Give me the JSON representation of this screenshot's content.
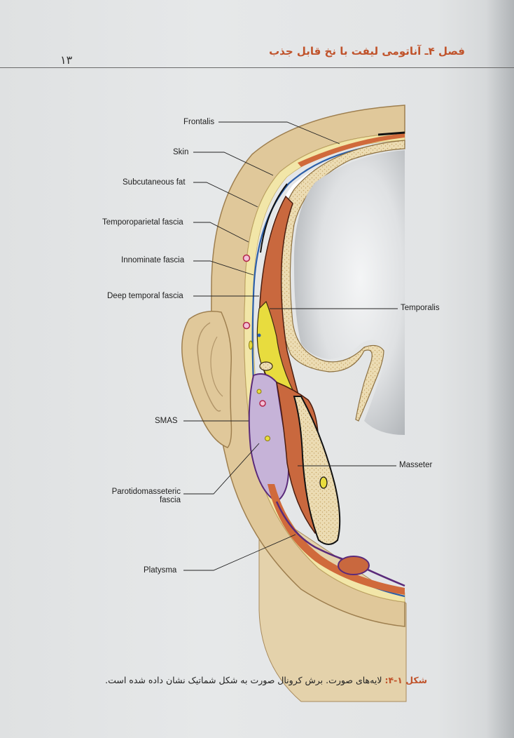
{
  "header": {
    "page_number": "۱۳",
    "chapter_title": "فصل ۴ـ آناتومی لیفت با نخ قابل جذب"
  },
  "labels": {
    "frontalis": "Frontalis",
    "skin": "Skin",
    "subcutaneous_fat": "Subcutaneous fat",
    "temporoparietal_fascia": "Temporoparietal fascia",
    "innominate_fascia": "Innominate fascia",
    "deep_temporal_fascia": "Deep temporal fascia",
    "temporalis": "Temporalis",
    "smas": "SMAS",
    "masseter": "Masseter",
    "parotidomasseteric_line1": "Parotidomasseteric",
    "parotidomasseteric_line2": "fascia",
    "platysma": "Platysma"
  },
  "caption": {
    "figure_id": "شکل ۱-۴:",
    "text": "لایه‌های صورت. برش کرونال صورت به شکل شماتیک نشان داده شده است."
  },
  "colors": {
    "skin": "#e0c89a",
    "fat": "#f2e6a8",
    "muscle": "#c9683e",
    "bone": "#e8d7ad",
    "parotid": "#c6b3d8",
    "fascia_blue": "#2c5fa8",
    "fascia_purple": "#5a2a7a",
    "accent": "#c0532b"
  }
}
